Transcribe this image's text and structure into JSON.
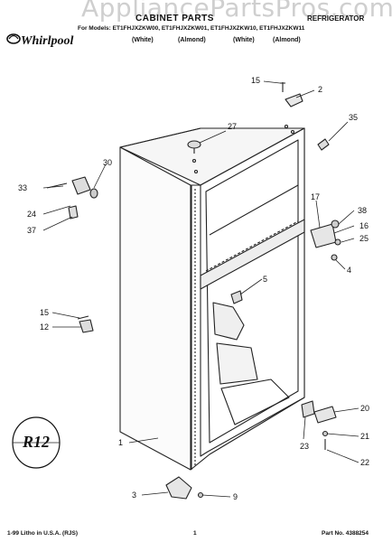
{
  "watermark": "AppliancePartsPros.com",
  "header": {
    "title": "CABINET PARTS",
    "appliance": "REFRIGERATOR",
    "models": "For Models: ET1FHJXZKW00, ET1FHJXZKW01, ET1FHJXZKW10, ET1FHJXZKW11",
    "colors": [
      "(White)",
      "(Almond)",
      "(White)",
      "(Almond)"
    ]
  },
  "brand": {
    "logo_text": "Whirlpool"
  },
  "badge": {
    "text": "R12"
  },
  "callouts": [
    "1",
    "2",
    "3",
    "4",
    "5",
    "9",
    "12",
    "15",
    "15",
    "16",
    "17",
    "20",
    "21",
    "22",
    "23",
    "24",
    "25",
    "27",
    "30",
    "33",
    "35",
    "37",
    "38"
  ],
  "footer": {
    "left": "1-99 Litho in U.S.A. (RJS)",
    "page": "1",
    "right": "Part No. 4388254"
  }
}
